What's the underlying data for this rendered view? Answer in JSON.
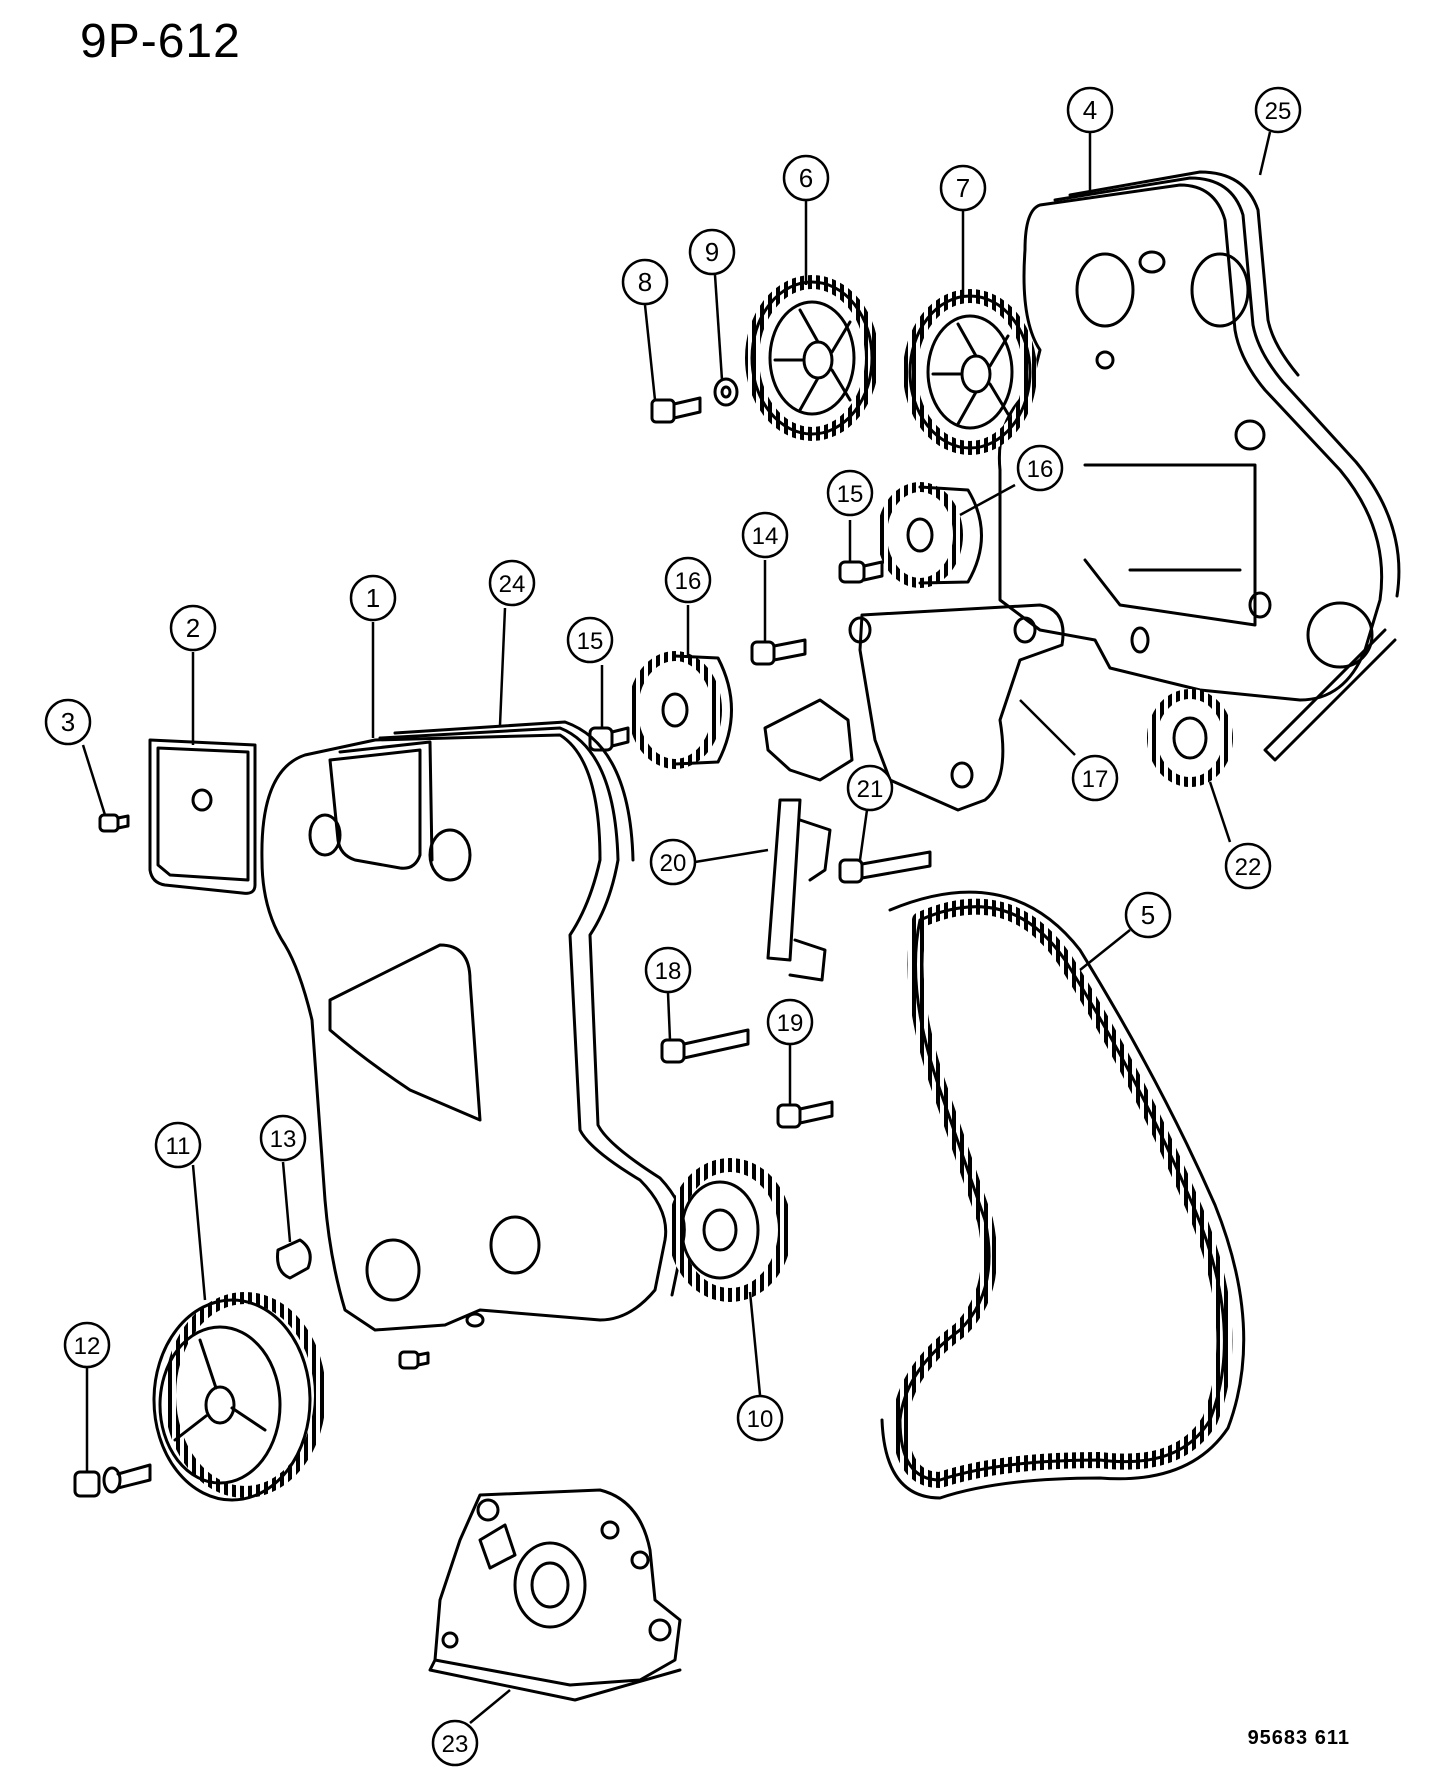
{
  "page_code": "9P-612",
  "figure_id": "95683 611",
  "callouts": [
    {
      "label": "1"
    },
    {
      "label": "2"
    },
    {
      "label": "3"
    },
    {
      "label": "4"
    },
    {
      "label": "5"
    },
    {
      "label": "6"
    },
    {
      "label": "7"
    },
    {
      "label": "8"
    },
    {
      "label": "9"
    },
    {
      "label": "10"
    },
    {
      "label": "11"
    },
    {
      "label": "12"
    },
    {
      "label": "13"
    },
    {
      "label": "14"
    },
    {
      "label": "15"
    },
    {
      "label": "15"
    },
    {
      "label": "16"
    },
    {
      "label": "16"
    },
    {
      "label": "17"
    },
    {
      "label": "18"
    },
    {
      "label": "19"
    },
    {
      "label": "20"
    },
    {
      "label": "21"
    },
    {
      "label": "22"
    },
    {
      "label": "23"
    },
    {
      "label": "24"
    },
    {
      "label": "25"
    }
  ]
}
